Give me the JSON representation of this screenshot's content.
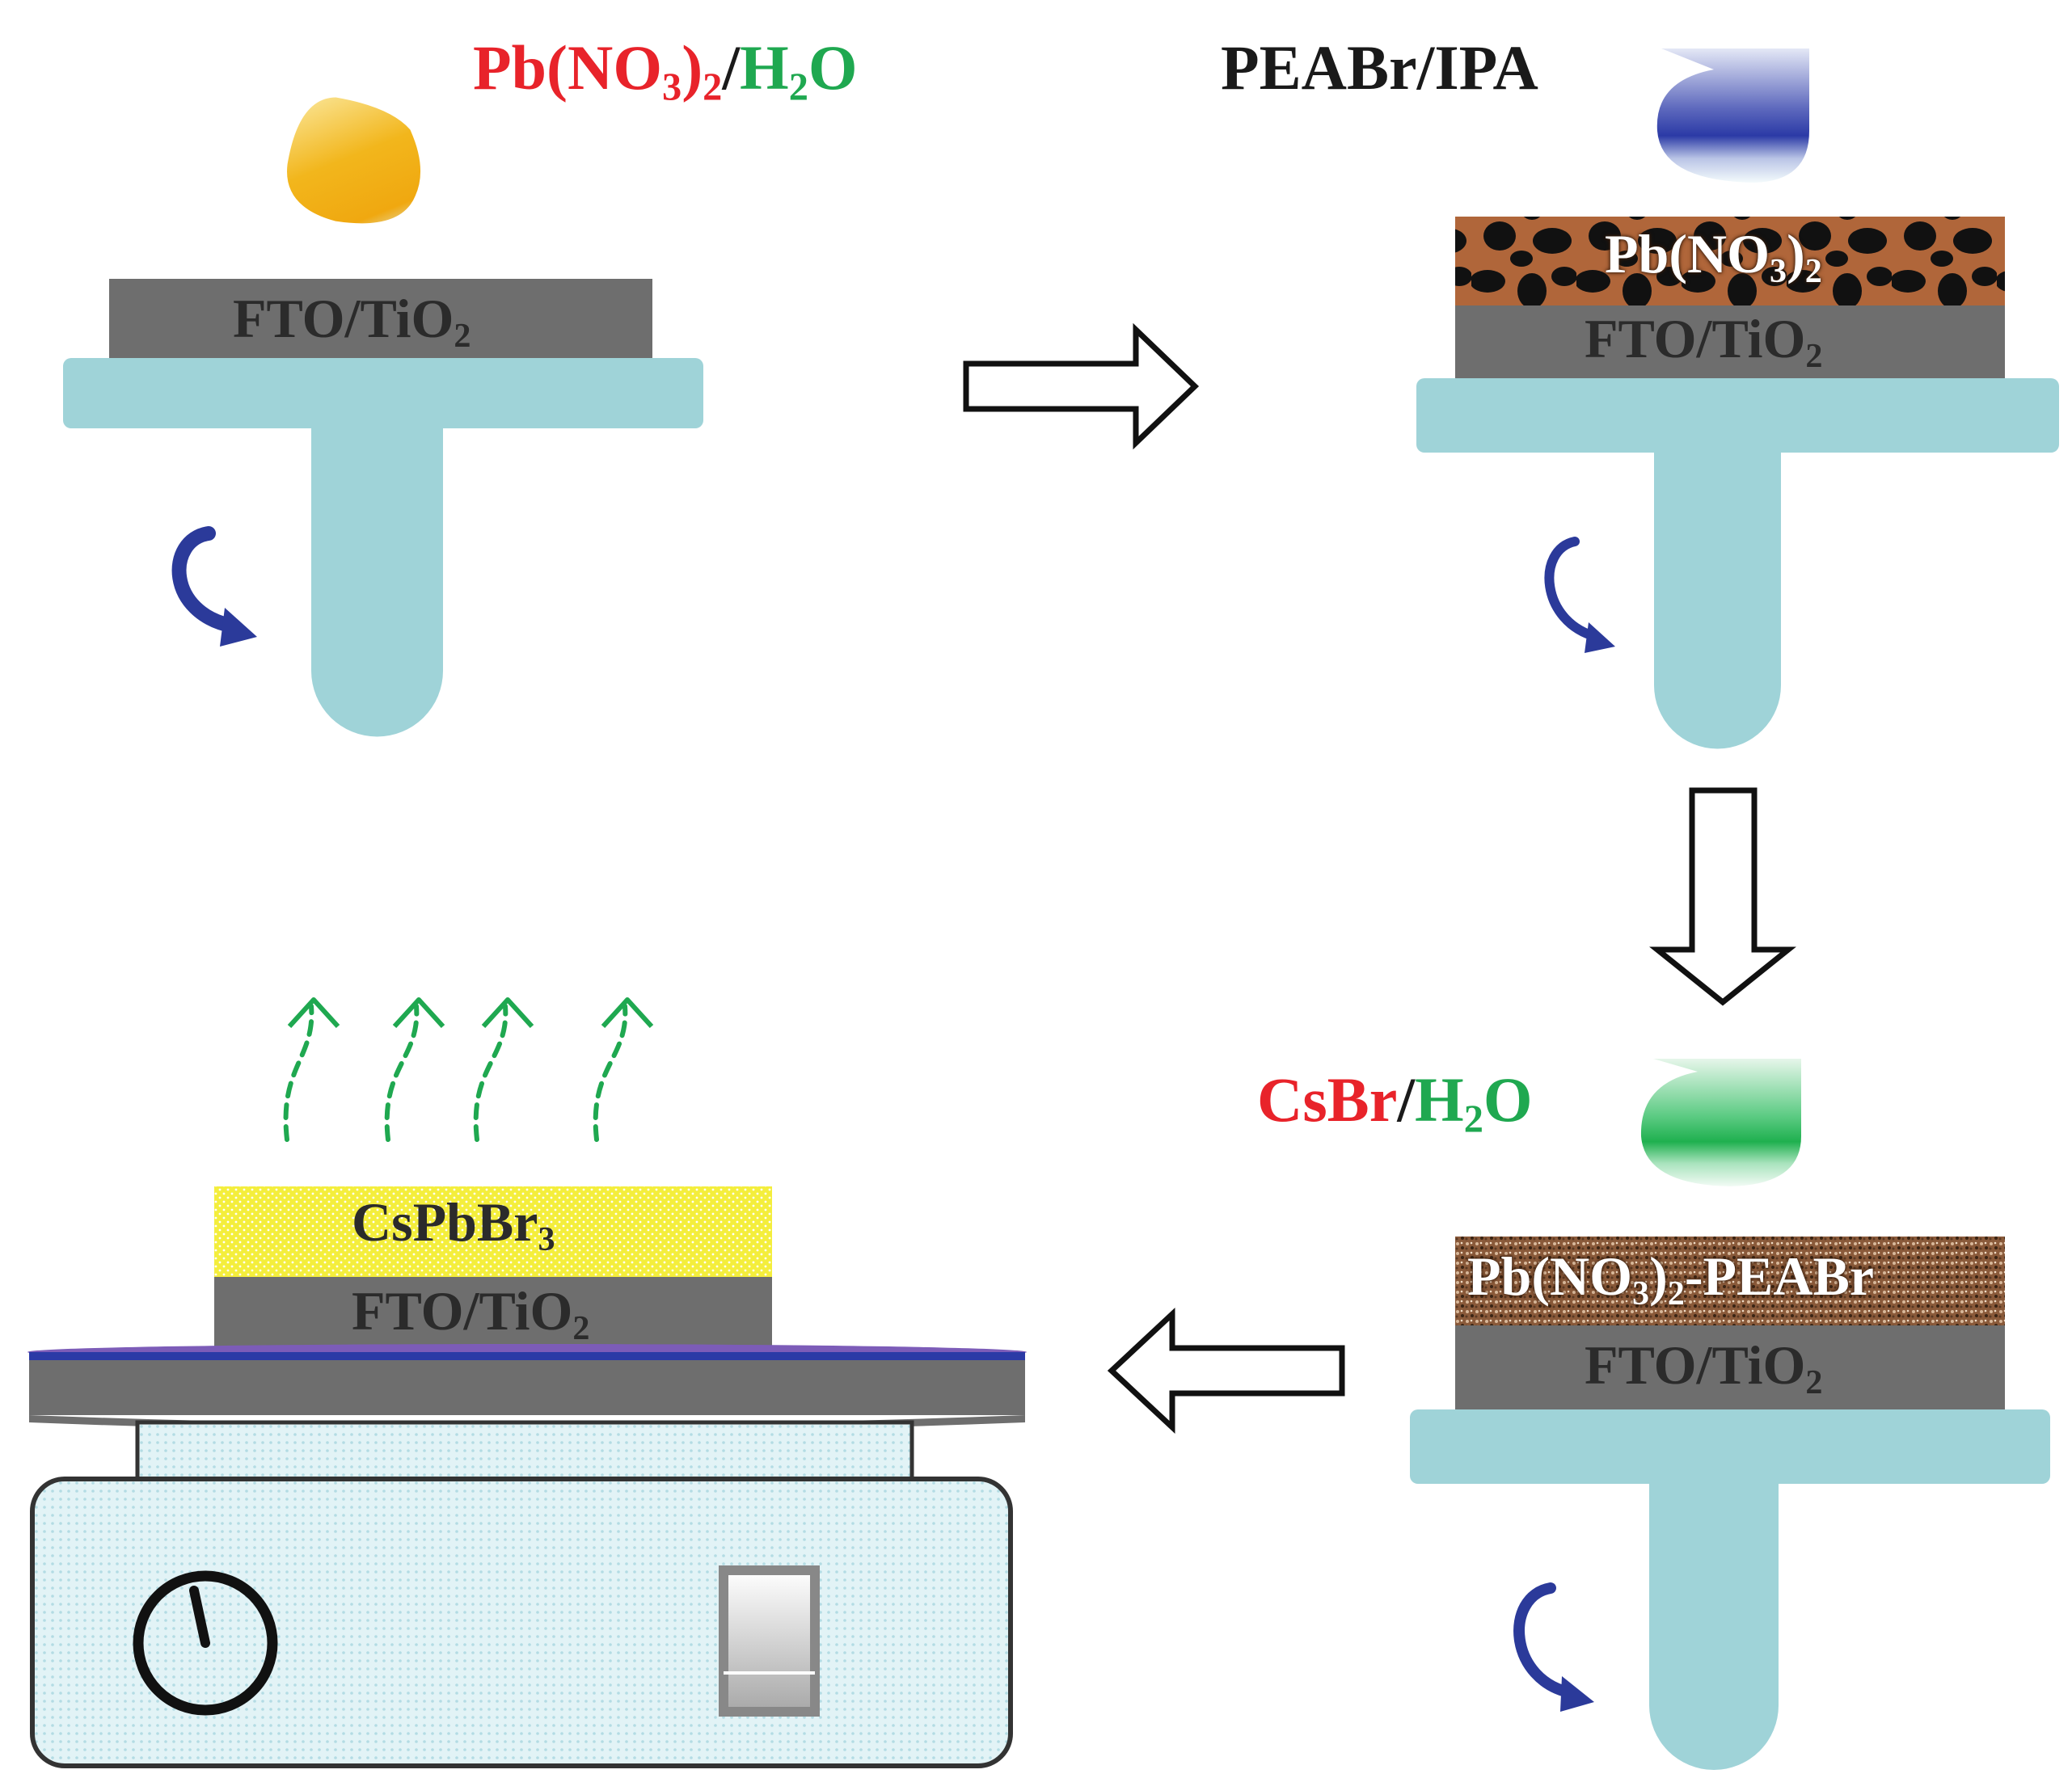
{
  "colors": {
    "red": "#e8232a",
    "green": "#1fa850",
    "black": "#1a1a1a",
    "chuck": "#9fd3d8",
    "substrate": "#6e6e6e",
    "rotation_arrow": "#2b3a9a",
    "vapor_arrow": "#1fa850",
    "perovskite": "#f4ee3c",
    "hotplate_body": "#d6eef2",
    "hotplate_top_stripe": "#7c5cb8"
  },
  "step1": {
    "reagent": {
      "solute": "Pb(NO",
      "solute_sub": "3",
      "solute_close": ")",
      "solute_sub2": "2",
      "sep": "/",
      "solvent": "H",
      "solvent_sub": "2",
      "solvent_end": "O"
    },
    "droplet_color": "#f2b61c",
    "substrate_label": {
      "main": "FTO/TiO",
      "sub": "2"
    }
  },
  "step2": {
    "reagent": "PEABr/IPA",
    "droplet_color": "#2b3aa6",
    "film_label": {
      "main": "Pb(NO",
      "sub": "3",
      "close": ")",
      "sub2": "2"
    },
    "substrate_label": {
      "main": "FTO/TiO",
      "sub": "2"
    }
  },
  "step3": {
    "reagent": {
      "solute": "CsBr",
      "sep": "/",
      "solvent": "H",
      "solvent_sub": "2",
      "solvent_end": "O"
    },
    "droplet_color": "#1fb04f",
    "film_label": {
      "main": "Pb(NO",
      "sub": "3",
      "close": ")",
      "sub2": "2",
      "end": "-PEABr"
    },
    "substrate_label": {
      "main": "FTO/TiO",
      "sub": "2"
    }
  },
  "step4": {
    "film_label": {
      "main": "CsPbBr",
      "sub": "3"
    },
    "substrate_label": {
      "main": "FTO/TiO",
      "sub": "2"
    }
  },
  "icons": [
    "rotation-arrow-icon",
    "process-arrow-icon",
    "vapor-arrow-icon",
    "dial-icon",
    "switch-icon",
    "droplet-icon"
  ]
}
